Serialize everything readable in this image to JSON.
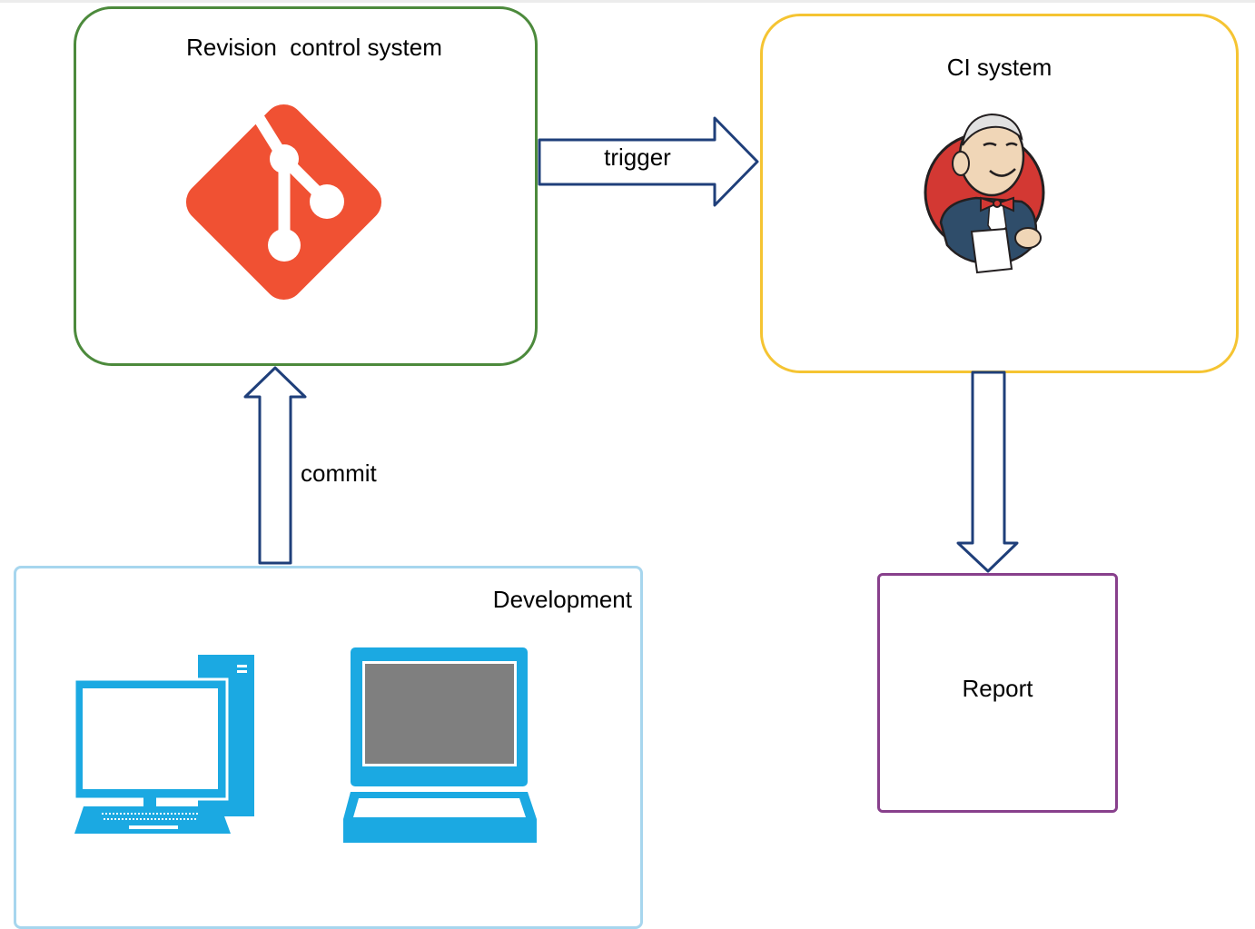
{
  "diagram": {
    "rcs_title": "Revision  control system",
    "ci_title": "CI system",
    "dev_title": "Development",
    "report_title": "Report",
    "trigger_label": "trigger",
    "commit_label": "commit"
  },
  "icons": {
    "vcs_logo": "git-logo-icon",
    "ci_logo": "jenkins-logo-icon",
    "desktop": "desktop-computer-icon",
    "laptop": "laptop-icon"
  },
  "colors": {
    "rcs_border": "#4c8a3c",
    "ci_border": "#f5c432",
    "dev_border": "#a7d6ee",
    "report_border": "#88408c",
    "arrow_stroke": "#1f3f7a",
    "git_orange": "#f05133",
    "computer_blue": "#1ba9e2"
  }
}
